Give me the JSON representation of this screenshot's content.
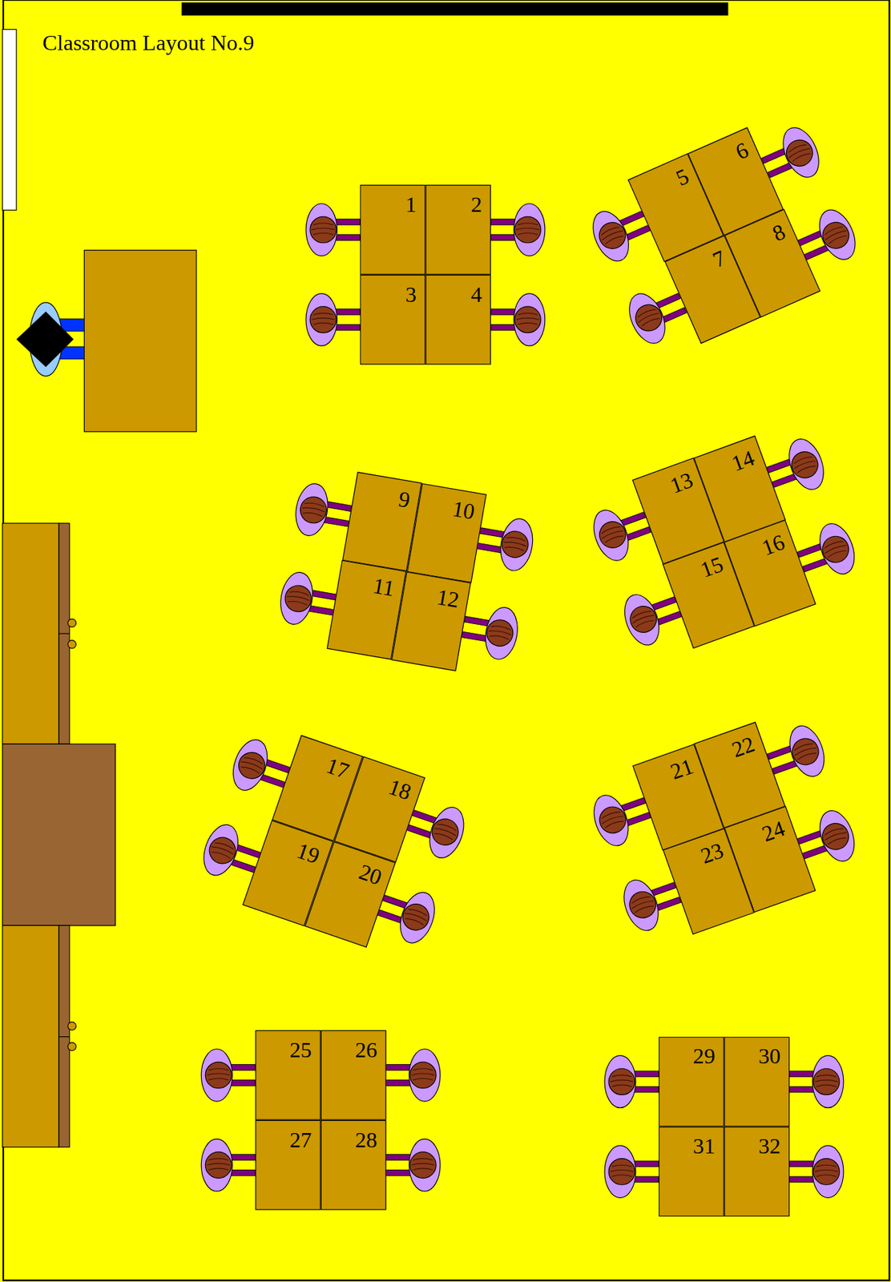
{
  "diagram": {
    "title": "Classroom Layout No.9",
    "nodes": [
      {
        "text": [
          "1"
        ]
      },
      {
        "text": [
          "2"
        ]
      },
      {
        "text": [
          "3"
        ]
      },
      {
        "text": [
          "4"
        ]
      },
      {
        "text": [
          "5"
        ]
      },
      {
        "text": [
          "6"
        ]
      },
      {
        "text": [
          "7"
        ]
      },
      {
        "text": [
          "8"
        ]
      },
      {
        "text": [
          "9"
        ]
      },
      {
        "text": [
          "10"
        ]
      },
      {
        "text": [
          "11"
        ]
      },
      {
        "text": [
          "12"
        ]
      },
      {
        "text": [
          "13"
        ]
      },
      {
        "text": [
          "14"
        ]
      },
      {
        "text": [
          "15"
        ]
      },
      {
        "text": [
          "16"
        ]
      },
      {
        "text": [
          "17"
        ]
      },
      {
        "text": [
          "18"
        ]
      },
      {
        "text": [
          "19"
        ]
      },
      {
        "text": [
          "20"
        ]
      },
      {
        "text": [
          "21"
        ]
      },
      {
        "text": [
          "22"
        ]
      },
      {
        "text": [
          "23"
        ]
      },
      {
        "text": [
          "24"
        ]
      },
      {
        "text": [
          "25"
        ]
      },
      {
        "text": [
          "26"
        ]
      },
      {
        "text": [
          "27"
        ]
      },
      {
        "text": [
          "28"
        ]
      },
      {
        "text": [
          "29"
        ]
      },
      {
        "text": [
          "30"
        ]
      },
      {
        "text": [
          "31"
        ]
      },
      {
        "text": [
          "32"
        ]
      }
    ]
  }
}
